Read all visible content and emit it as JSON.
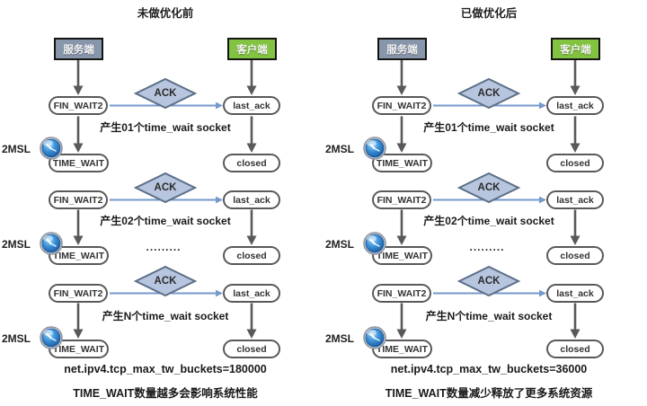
{
  "colors": {
    "server_fill": "#8896AC",
    "client_fill": "#82C341",
    "diamond_fill": "#B7C5DE",
    "diamond_border": "#5C6F88",
    "arrow_gray": "#595959",
    "arrow_blue": "#7499CB",
    "clock_blue": "#3C92D8"
  },
  "panels": [
    {
      "title": "未做优化前",
      "server_label": "服务端",
      "client_label": "客户端",
      "ack_label": "ACK",
      "msl_label": "2MSL",
      "nodes": {
        "fin": "FIN_WAIT2",
        "last": "last_ack",
        "tw": "TIME_WAIT",
        "closed": "closed"
      },
      "cycles": [
        {
          "produce": "产生01个time_wait socket"
        },
        {
          "produce": "产生02个time_wait socket"
        },
        {
          "produce": "产生N个time_wait socket"
        }
      ],
      "dots": ".........",
      "sysctl": "net.ipv4.tcp_max_tw_buckets=180000",
      "caption": "TIME_WAIT数量越多会影响系统性能"
    },
    {
      "title": "已做优化后",
      "server_label": "服务端",
      "client_label": "客户端",
      "ack_label": "ACK",
      "msl_label": "2MSL",
      "nodes": {
        "fin": "FIN_WAIT2",
        "last": "last_ack",
        "tw": "TIME_WAIT",
        "closed": "closed"
      },
      "cycles": [
        {
          "produce": "产生01个time_wait socket"
        },
        {
          "produce": "产生02个time_wait socket"
        },
        {
          "produce": "产生N个time_wait socket"
        }
      ],
      "dots": ".........",
      "sysctl": "net.ipv4.tcp_max_tw_buckets=36000",
      "caption": "TIME_WAIT数量减少释放了更多系统资源"
    }
  ]
}
